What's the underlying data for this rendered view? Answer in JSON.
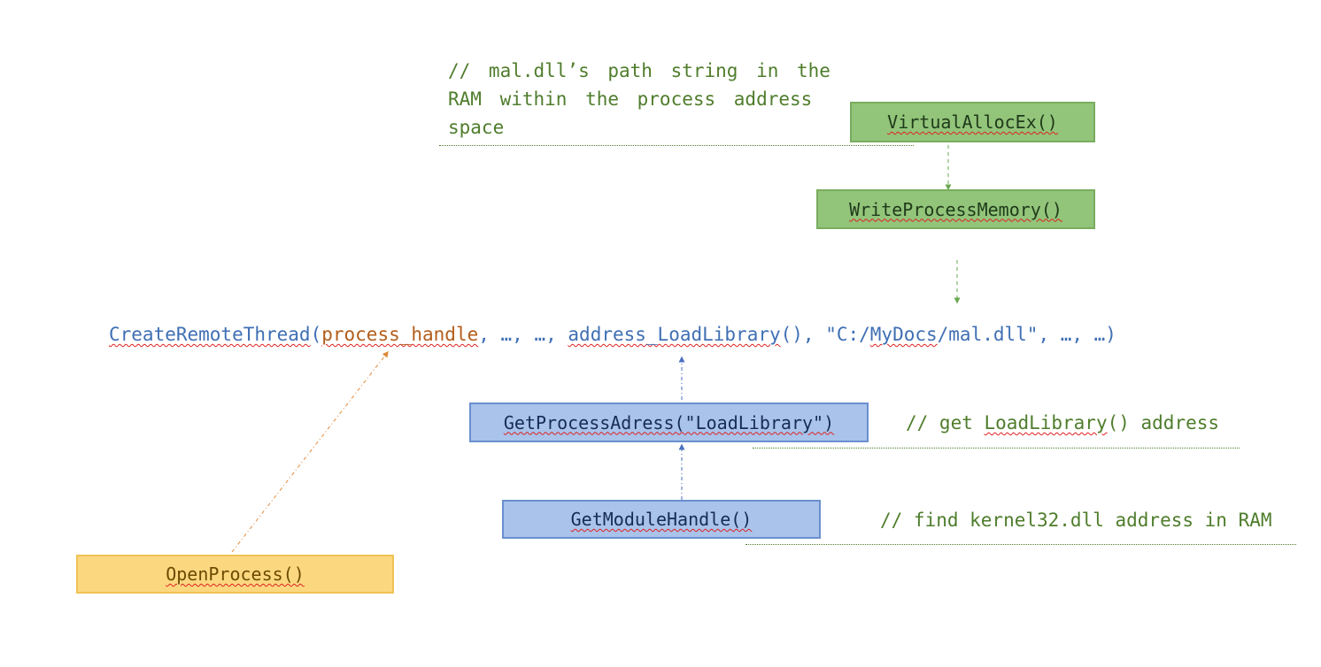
{
  "comments": {
    "alloc_line1": "// mal.dll’s path string in the",
    "alloc_line2": "RAM within the process address",
    "alloc_line3": "space",
    "loadlib_prefix": "// get ",
    "loadlib_highlight": "LoadLibrary",
    "loadlib_suffix": "() address",
    "kernel": "// find kernel32.dll address in RAM"
  },
  "boxes": {
    "virtual_alloc": "VirtualAllocEx()",
    "write_memory": "WriteProcessMemory()",
    "get_proc_address": "GetProcessAdress(\"LoadLibrary\")",
    "get_module_handle": "GetModuleHandle()",
    "open_process": "OpenProcess()"
  },
  "main_call": {
    "fn": "CreateRemoteThread",
    "open_paren": "(",
    "arg_handle": "process_handle",
    "sep1": ", …, …, ",
    "arg_address": "address_LoadLibrary",
    "after_address": "(), ",
    "path_open": "\"C:/",
    "path_mydocs": "MyDocs",
    "path_close": "/mal.dll\"",
    "tail": ", …, …)"
  },
  "colors": {
    "green_fill": "#92c47a",
    "blue_fill": "#a9c3ea",
    "yellow_fill": "#fbd880",
    "comment_green": "#4f7d2c",
    "code_blue": "#3f6fb4",
    "code_orange": "#b35d1a"
  }
}
